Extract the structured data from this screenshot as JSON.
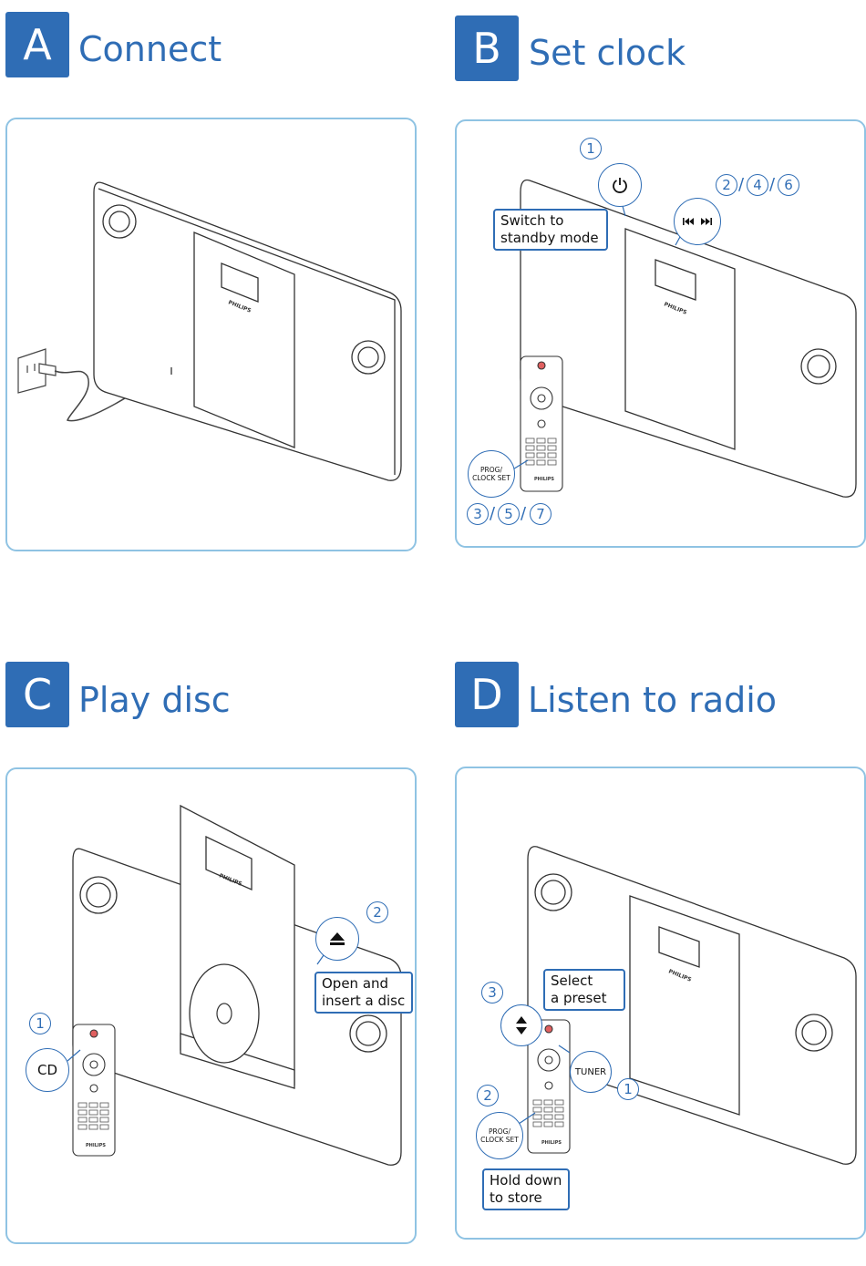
{
  "sections": {
    "a": {
      "letter": "A",
      "title": "Connect"
    },
    "b": {
      "letter": "B",
      "title": "Set clock"
    },
    "c": {
      "letter": "C",
      "title": "Play disc"
    },
    "d": {
      "letter": "D",
      "title": "Listen to radio"
    }
  },
  "brand": "PHILIPS",
  "set_clock": {
    "step1": "1",
    "steps_246": [
      "2",
      "4",
      "6"
    ],
    "steps_357": [
      "3",
      "5",
      "7"
    ],
    "slash": "/",
    "standby_callout": "Switch to\nstandby mode",
    "prog_clock_label": "PROG/\nCLOCK SET",
    "power_icon": "power-icon",
    "skip_icon": "prev-next-icon"
  },
  "play_disc": {
    "step1": "1",
    "step2": "2",
    "cd_label": "CD",
    "open_callout": "Open and\ninsert a disc",
    "eject_icon": "eject-icon"
  },
  "radio": {
    "step1": "1",
    "step2": "2",
    "step3": "3",
    "preset_callout": "Select\na preset",
    "tuner_label": "TUNER",
    "prog_clock_label": "PROG/\nCLOCK SET",
    "hold_callout": "Hold down\nto store",
    "updown_icon": "up-down-arrows-icon"
  },
  "colors": {
    "accent": "#2f6db5",
    "panel_border": "#8fc3e3"
  }
}
